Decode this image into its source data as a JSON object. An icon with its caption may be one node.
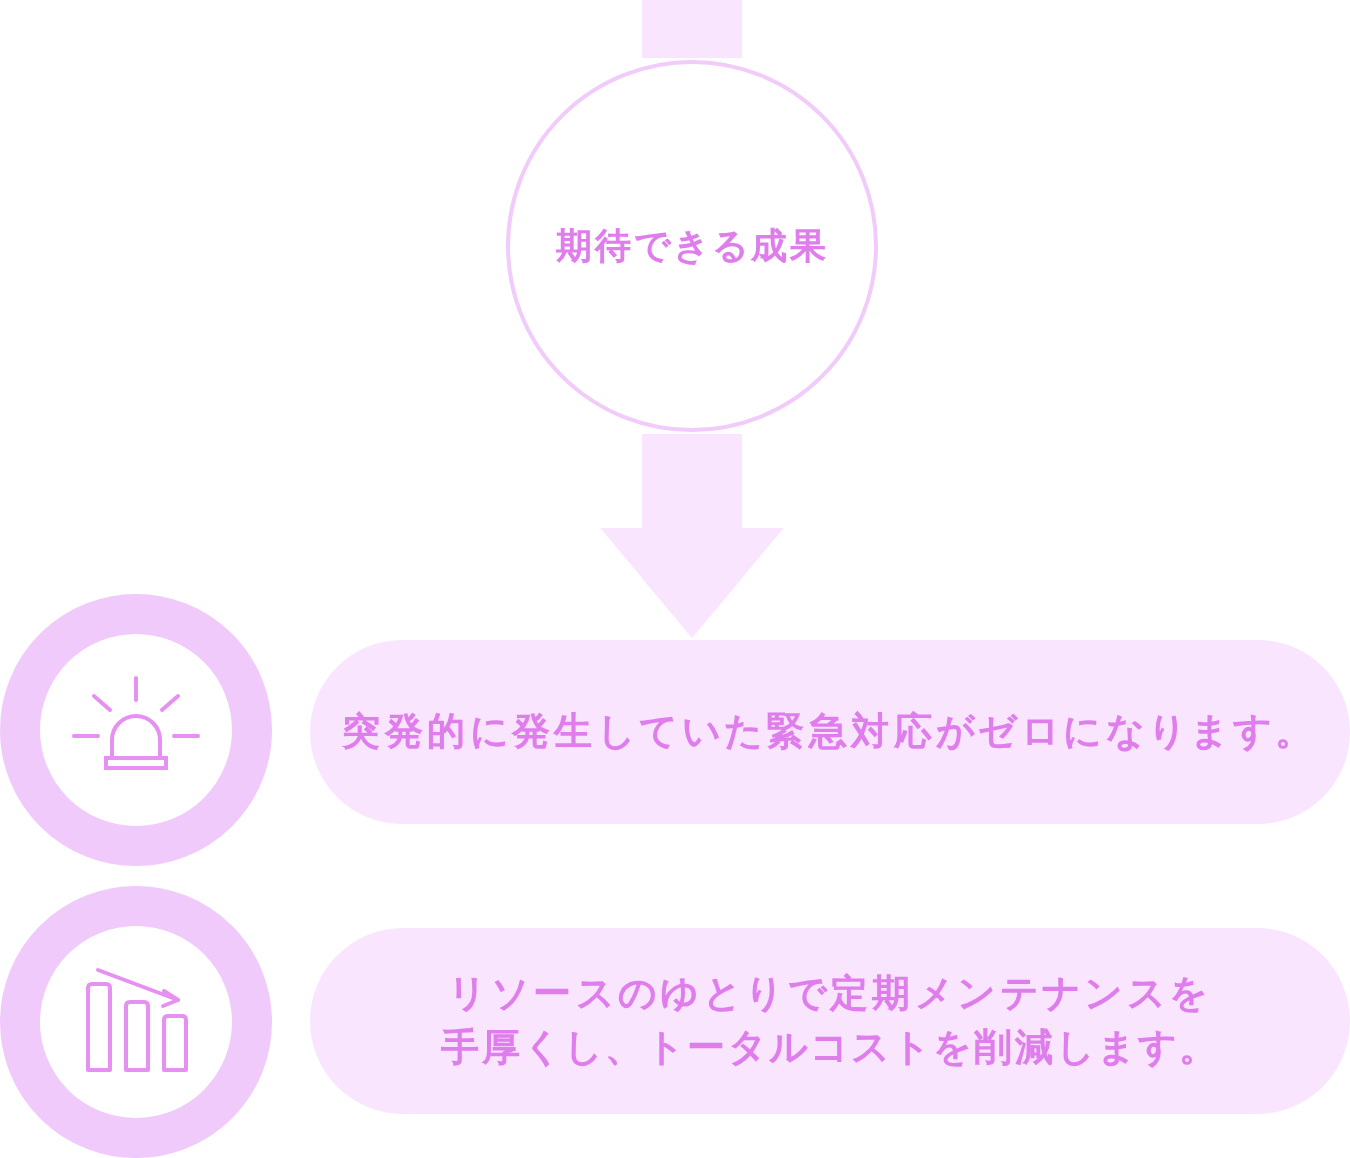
{
  "diagram": {
    "nodes": [
      {
        "text": [
          "期待できる成果"
        ]
      },
      {
        "text": [
          "突発的に発生していた緊急対応がゼロになります。"
        ]
      },
      {
        "text": [
          "リソースのゆとりで定期メンテナンスを手厚くし、トータルコストを削減します。"
        ]
      }
    ],
    "edges": [
      {
        "from": null,
        "to": 0,
        "arrow": "none"
      },
      {
        "from": 0,
        "to": 1,
        "arrow": "to"
      }
    ]
  }
}
